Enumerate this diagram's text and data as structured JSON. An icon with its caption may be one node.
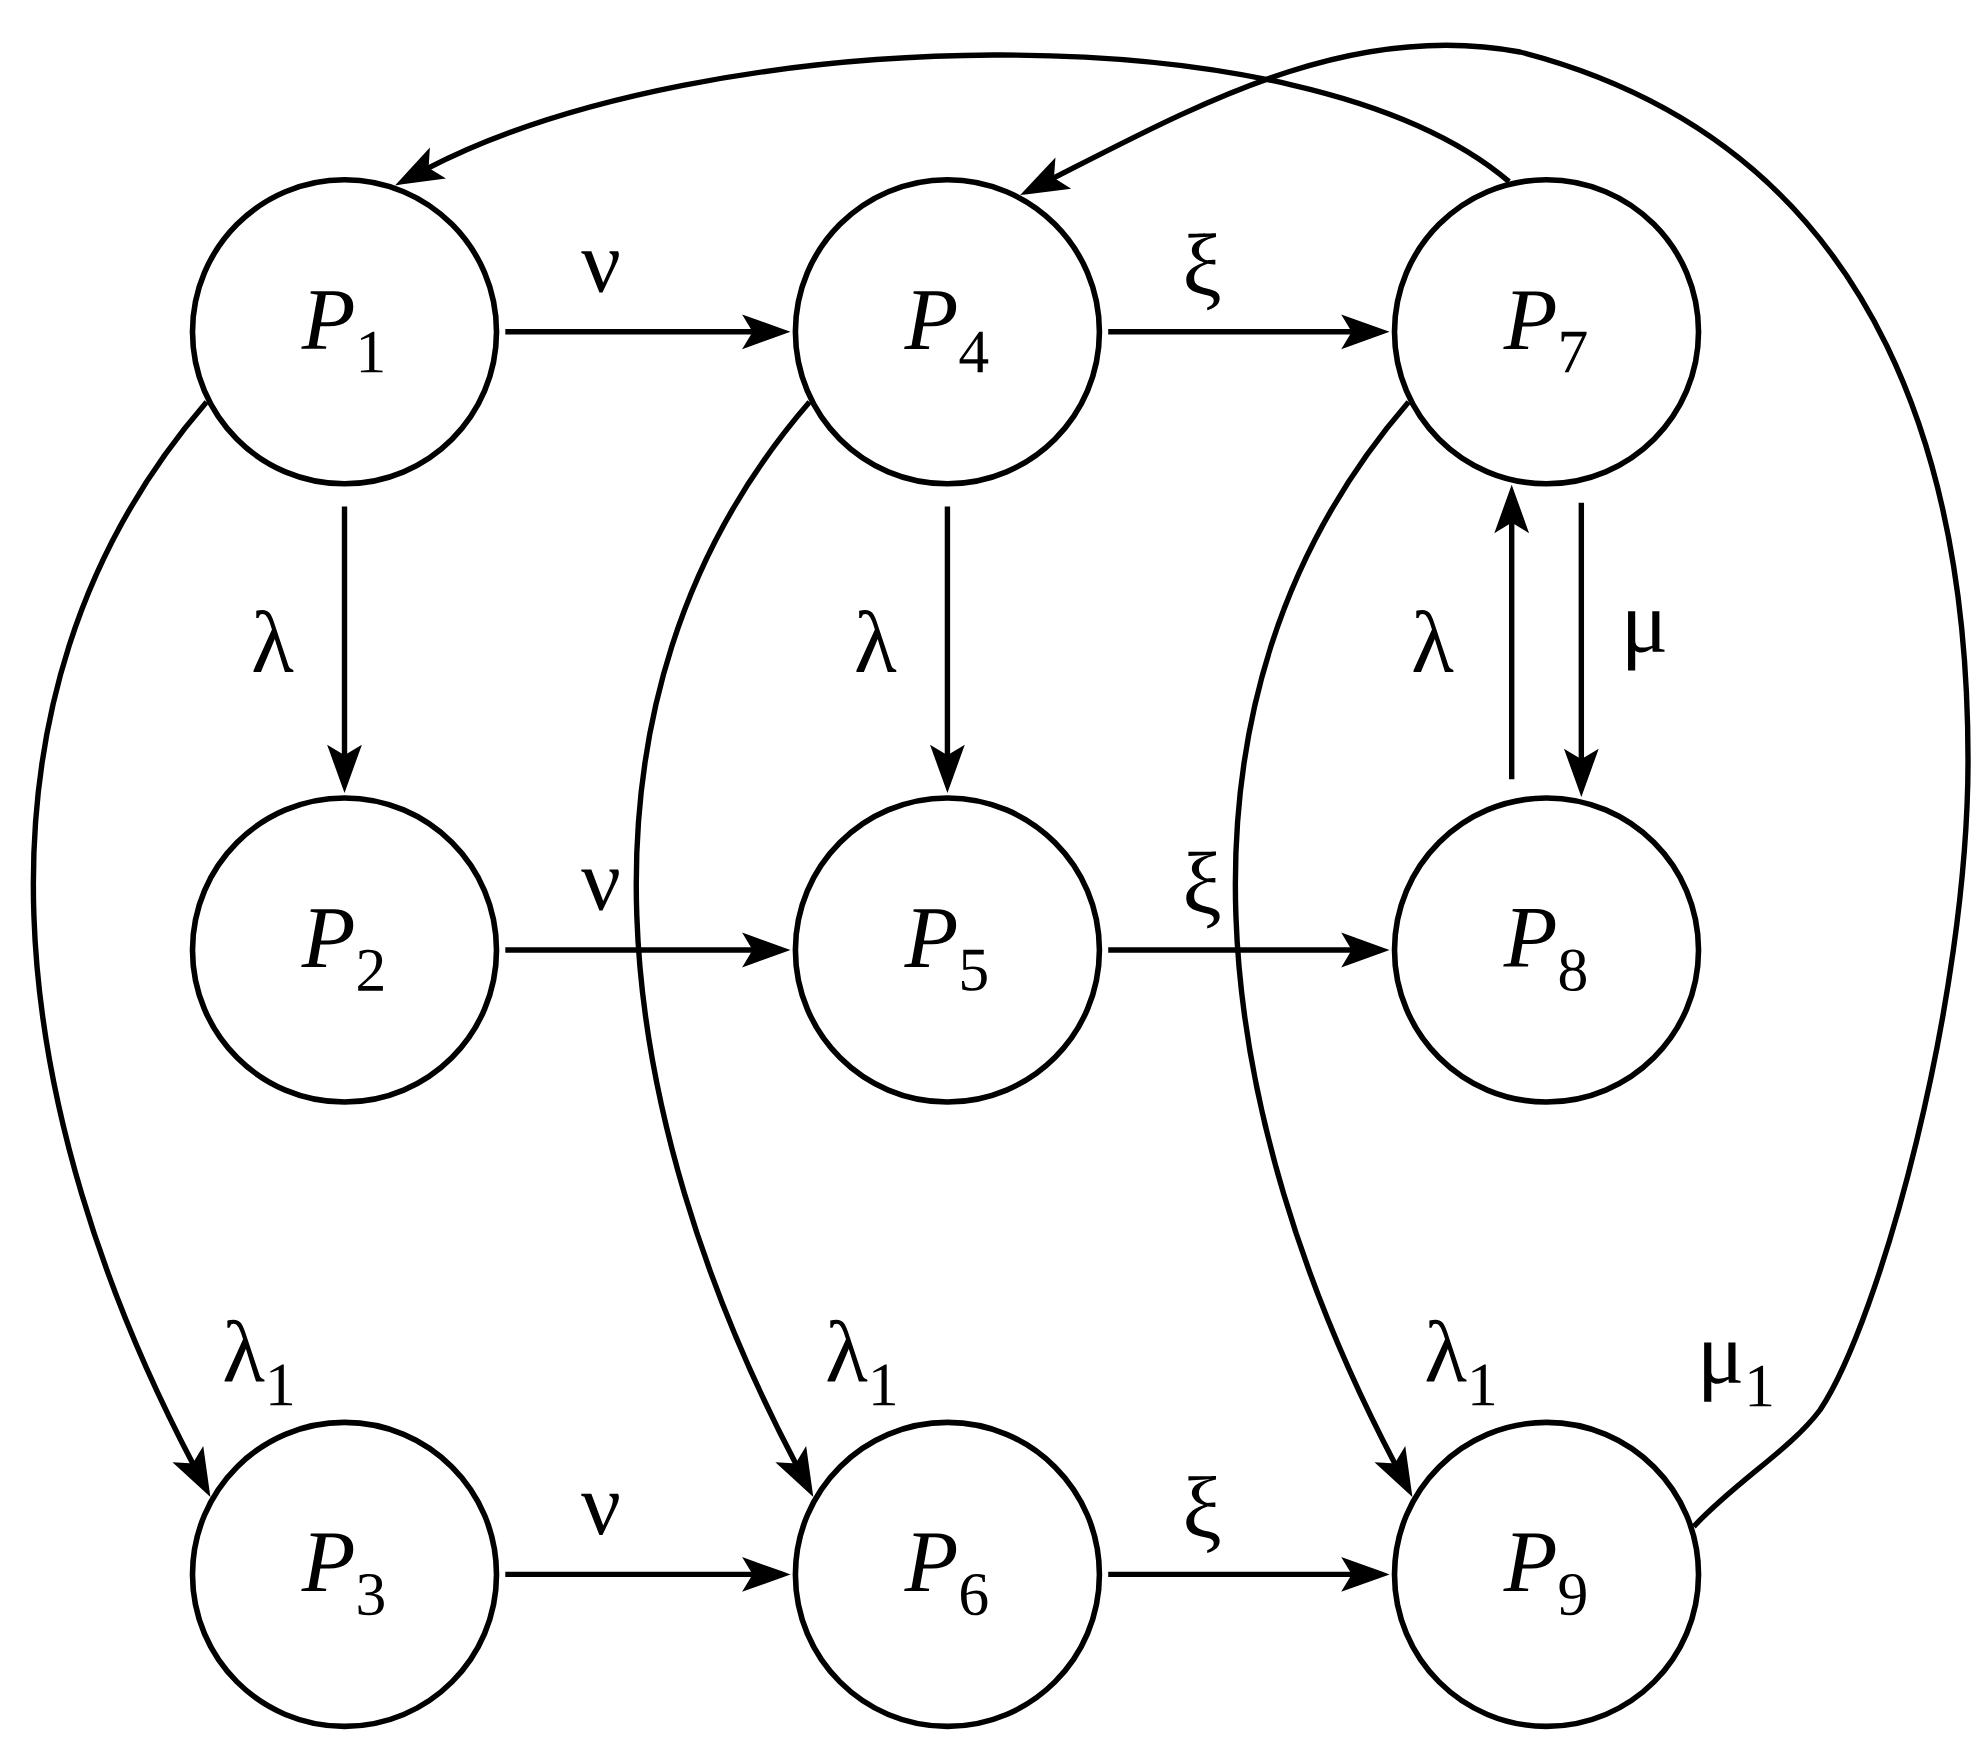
{
  "diagram": {
    "nodes": [
      {
        "text": [
          "*P*$_{1}$"
        ]
      },
      {
        "text": [
          "*P*$_{4}$"
        ]
      },
      {
        "text": [
          "*P*$_{7}$"
        ]
      },
      {
        "text": [
          "*P*$_{2}$"
        ]
      },
      {
        "text": [
          "*P*$_{5}$"
        ]
      },
      {
        "text": [
          "*P*$_{8}$"
        ]
      },
      {
        "text": [
          "*P*$_{3}$"
        ]
      },
      {
        "text": [
          "*P*$_{6}$"
        ]
      },
      {
        "text": [
          "*P*$_{9}$"
        ]
      }
    ],
    "edges": [
      {
        "from": 0,
        "to": 1,
        "arrow": "to",
        "label": "ν"
      },
      {
        "from": 1,
        "to": 2,
        "arrow": "to",
        "label": "ξ"
      },
      {
        "from": 0,
        "to": 3,
        "arrow": "to",
        "label": "λ"
      },
      {
        "from": 1,
        "to": 4,
        "arrow": "to",
        "label": "λ"
      },
      {
        "from": 5,
        "to": 2,
        "arrow": "to",
        "label": "λ"
      },
      {
        "from": 2,
        "to": 5,
        "arrow": "to",
        "label": "μ"
      },
      {
        "from": 3,
        "to": 4,
        "arrow": "to",
        "label": "ν"
      },
      {
        "from": 4,
        "to": 5,
        "arrow": "to",
        "label": "ξ"
      },
      {
        "from": 0,
        "to": 6,
        "arrow": "to",
        "label": "λ$_{1}$"
      },
      {
        "from": 1,
        "to": 7,
        "arrow": "to",
        "label": "λ$_{1}$"
      },
      {
        "from": 2,
        "to": 8,
        "arrow": "to",
        "label": "λ$_{1}$"
      },
      {
        "from": 8,
        "to": 1,
        "arrow": "to",
        "label": "μ$_{1}$"
      },
      {
        "from": 2,
        "to": 0,
        "arrow": "to"
      },
      {
        "from": 6,
        "to": 7,
        "arrow": "to",
        "label": "ν"
      },
      {
        "from": 7,
        "to": 8,
        "arrow": "to",
        "label": "ξ"
      }
    ]
  }
}
